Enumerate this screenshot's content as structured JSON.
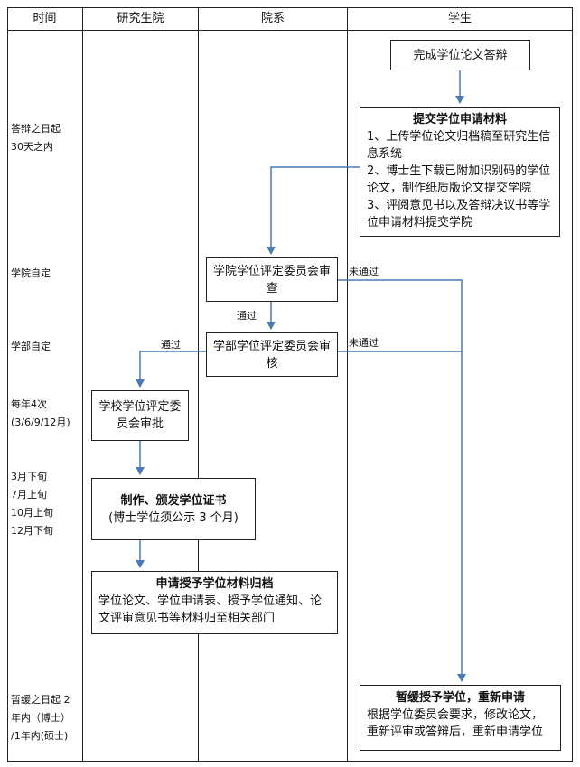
{
  "headers": {
    "time": "时间",
    "graduate_school": "研究生院",
    "department": "院系",
    "student": "学生"
  },
  "time_labels": {
    "t1": [
      "答辩之日起",
      "30天之内"
    ],
    "t2": [
      "学院自定"
    ],
    "t3": [
      "学部自定"
    ],
    "t4": [
      "每年4次",
      "(3/6/9/12月)"
    ],
    "t5": [
      "3月下旬",
      "7月上旬",
      "10月上旬",
      "12月下旬"
    ],
    "t6": [
      "暂缓之日起 2",
      "年内（博士）",
      "/1年内(硕士)"
    ]
  },
  "boxes": {
    "defense": "完成学位论文答辩",
    "submit": {
      "title": "提交学位申请材料",
      "lines": [
        "1、上传学位论文归档稿至研究生信息系统",
        "2、博士生下载已附加识别码的学位论文，制作纸质版论文提交学院",
        "3、评阅意见书以及答辩决议书等学位申请材料提交学院"
      ]
    },
    "college_review": "学院学位评定委员会审查",
    "faculty_review": "学部学位评定委员会审核",
    "school_approve": "学校学位评定委员会审批",
    "certificate": {
      "title": "制作、颁发学位证书",
      "note": "(博士学位须公示 3 个月)"
    },
    "archive": {
      "title": "申请授予学位材料归档",
      "body": "学位论文、学位申请表、授予学位通知、论文评审意见书等材料归至相关部门"
    },
    "postpone": {
      "title": "暂缓授予学位，重新申请",
      "body": "根据学位委员会要求，修改论文，重新评审或答辩后，重新申请学位"
    }
  },
  "edge_labels": {
    "pass1": "通过",
    "pass2": "通过",
    "fail1": "未通过",
    "fail2": "未通过"
  },
  "colors": {
    "arrow": "#4a7ab8",
    "border": "#222222"
  }
}
